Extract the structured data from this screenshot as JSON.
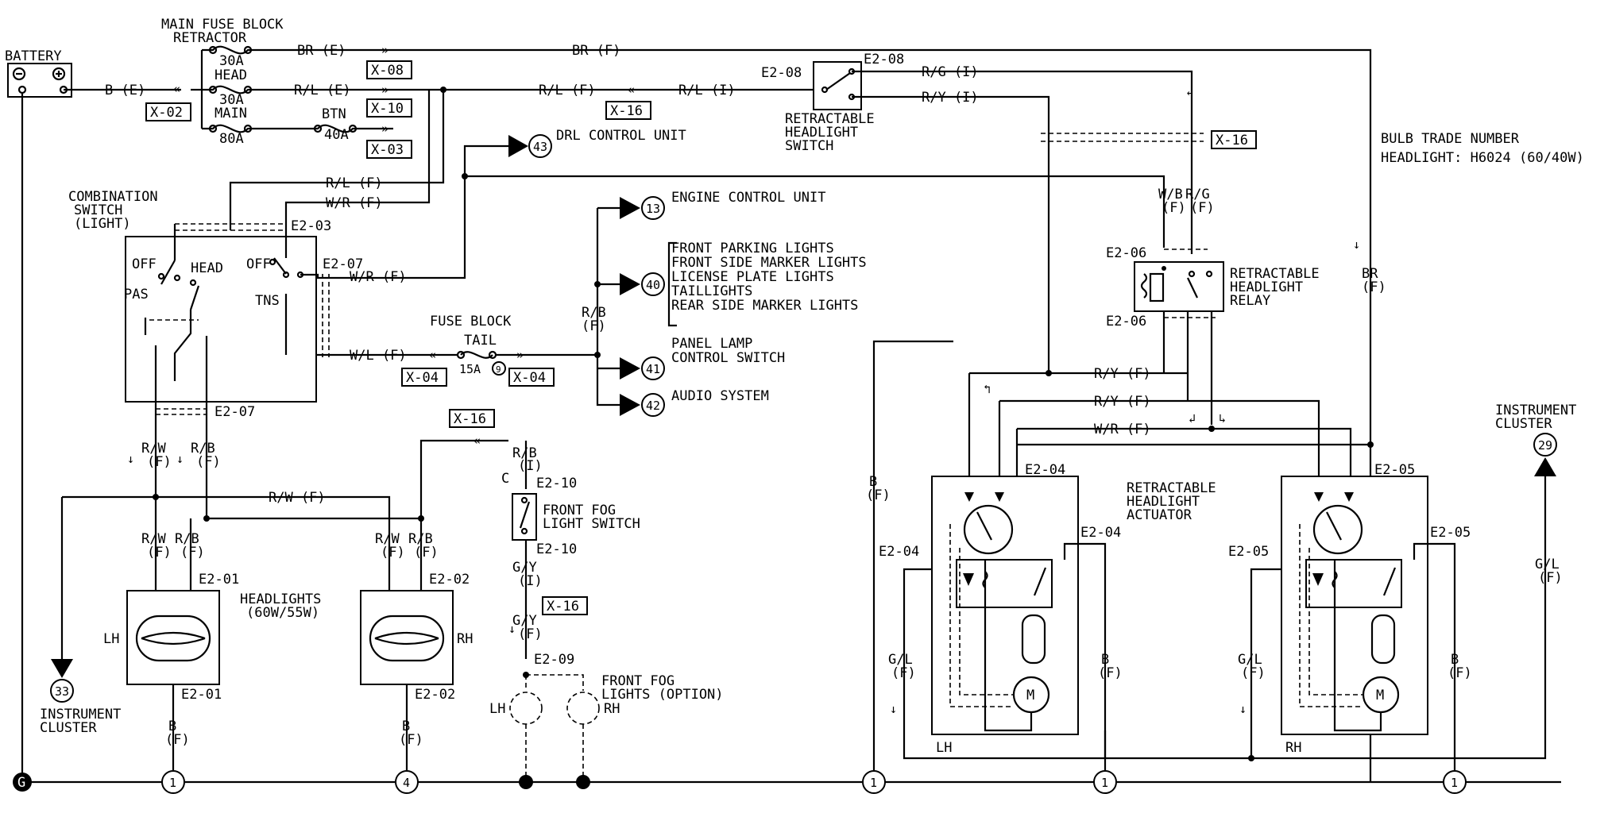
{
  "title_labels": {
    "battery": "BATTERY",
    "main_fuse_block": "MAIN FUSE BLOCK",
    "retractor": "RETRACTOR",
    "fuse_30a_a": "30A",
    "head": "HEAD",
    "fuse_30a_b": "30A",
    "main": "MAIN",
    "fuse_80a": "80A",
    "btn": "BTN",
    "fuse_40a": "40A",
    "bulb_trade_number": "BULB TRADE NUMBER",
    "headlight_bulb": "HEADLIGHT: H6024 (60/40W)"
  },
  "wire_labels": {
    "b_e": "B (E)",
    "br_e": "BR (E)",
    "br_f_top": "BR (F)",
    "rl_e": "R/L (E)",
    "rl_f_top": "R/L (F)",
    "rl_i": "R/L (I)",
    "rg_i": "R/G (I)",
    "ry_i": "R/Y (I)",
    "rl_f": "R/L (F)",
    "wr_f": "W/R (F)",
    "wr_f2": "W/R (F)",
    "wl_f": "W/L (F)",
    "rb_f": "R/B",
    "rb_f2": "(F)",
    "rw_f_a": "R/W",
    "rw_f_a2": "(F)",
    "rb_f_a": "R/B",
    "rb_f_a2": "(F)",
    "rw_f_mid": "R/W (F)",
    "rw_lh": "R/W",
    "rb_lh": "R/B",
    "f_lh1": "(F)",
    "f_lh2": "(F)",
    "rw_rh": "R/W",
    "rb_rh": "R/B",
    "f_rh1": "(F)",
    "f_rh2": "(F)",
    "b_lh": "B",
    "f_b_lh": "(F)",
    "b_rh": "B",
    "f_b_rh": "(F)",
    "rb_i": "R/B",
    "i_rb": "(I)",
    "gy_i": "G/Y",
    "i_gy": "(I)",
    "gy_f": "G/Y",
    "f_gy": "(F)",
    "wb_f": "W/B",
    "f_wb": "(F)",
    "rg_f": "R/G",
    "f_rg": "(F)",
    "br_f_right": "BR",
    "f_br_right": "(F)",
    "ry_f1": "R/Y (F)",
    "ry_f2": "R/Y (F)",
    "wr_f3": "W/R (F)",
    "b_f_mid": "B",
    "f_b_mid": "(F)",
    "gl_lh": "G/L",
    "f_gl_lh": "(F)",
    "b_act_lh": "B",
    "f_b_act_lh": "(F)",
    "gl_rh": "G/L",
    "f_gl_rh": "(F)",
    "b_act_rh": "B",
    "f_b_act_rh": "(F)",
    "gl_cluster": "G/L",
    "f_gl_cluster": "(F)"
  },
  "connectors": {
    "x02": "X-02",
    "x08": "X-08",
    "x10": "X-10",
    "x03": "X-03",
    "x16_a": "X-16",
    "x16_b": "X-16",
    "x16_c": "X-16",
    "x16_d": "X-16",
    "x04_a": "X-04",
    "x04_b": "X-04",
    "e2_08a": "E2-08",
    "e2_08b": "E2-08",
    "e2_03": "E2-03",
    "e2_07a": "E2-07",
    "e2_07b": "E2-07",
    "e2_06a": "E2-06",
    "e2_06b": "E2-06",
    "e2_10a": "E2-10",
    "e2_10b": "E2-10",
    "e2_09": "E2-09",
    "e2_01a": "E2-01",
    "e2_01b": "E2-01",
    "e2_02a": "E2-02",
    "e2_02b": "E2-02",
    "e2_04a": "E2-04",
    "e2_04b": "E2-04",
    "e2_04c": "E2-04",
    "e2_05a": "E2-05",
    "e2_05b": "E2-05",
    "e2_05c": "E2-05"
  },
  "components": {
    "retract_switch_1": "RETRACTABLE",
    "retract_switch_2": "HEADLIGHT",
    "retract_switch_3": "SWITCH",
    "drl": "DRL CONTROL UNIT",
    "ecu": "ENGINE CONTROL UNIT",
    "combo_1": "COMBINATION",
    "combo_2": "SWITCH",
    "combo_3": "(LIGHT)",
    "off_a": "OFF",
    "head_pos": "HEAD",
    "off_b": "OFF",
    "pas": "PAS",
    "tns": "TNS",
    "fuse_block": "FUSE BLOCK",
    "tail": "TAIL",
    "fuse_15a": "15A",
    "lights_1": "FRONT PARKING LIGHTS",
    "lights_2": "FRONT SIDE MARKER LIGHTS",
    "lights_3": "LICENSE PLATE LIGHTS",
    "lights_4": "TAILLIGHTS",
    "lights_5": "REAR SIDE MARKER LIGHTS",
    "panel_1": "PANEL LAMP",
    "panel_2": "CONTROL SWITCH",
    "audio": "AUDIO SYSTEM",
    "relay_1": "RETRACTABLE",
    "relay_2": "HEADLIGHT",
    "relay_3": "RELAY",
    "fog_sw_1": "FRONT FOG",
    "fog_sw_2": "LIGHT SWITCH",
    "fog_c": "C",
    "headlights_1": "HEADLIGHTS",
    "headlights_2": "(60W/55W)",
    "lh": "LH",
    "rh": "RH",
    "fog_1": "FRONT FOG",
    "fog_2": "LIGHTS (OPTION)",
    "fog_lh": "LH",
    "fog_rh": "RH",
    "actuator_1": "RETRACTABLE",
    "actuator_2": "HEADLIGHT",
    "actuator_3": "ACTUATOR",
    "act_lh": "LH",
    "act_rh": "RH",
    "motor_lh": "M",
    "motor_rh": "M",
    "cluster_left_1": "INSTRUMENT",
    "cluster_left_2": "CLUSTER",
    "cluster_right_1": "INSTRUMENT",
    "cluster_right_2": "CLUSTER"
  },
  "references": {
    "r43": "43",
    "r13": "13",
    "r40": "40",
    "r41": "41",
    "r42": "42",
    "r33": "33",
    "r29": "29",
    "g1": "1",
    "g4": "4",
    "g1b": "1",
    "g1c": "1",
    "g1d": "1",
    "fuse_9": "9",
    "ground": "G"
  }
}
